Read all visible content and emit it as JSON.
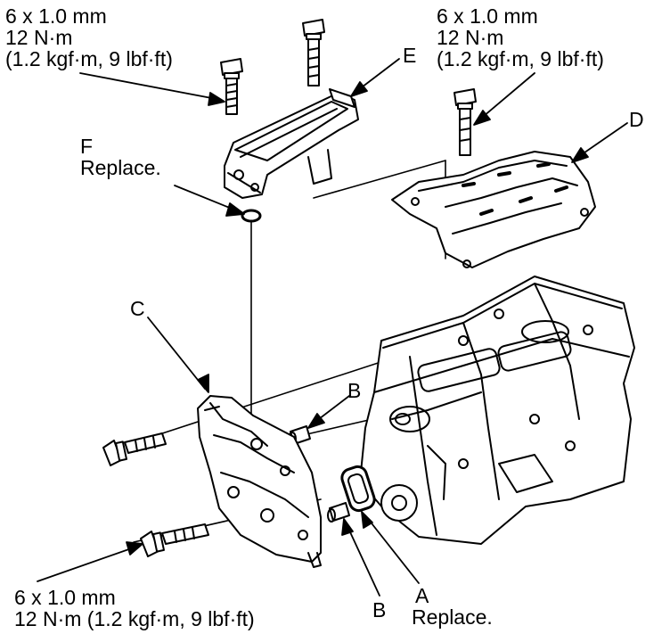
{
  "torque_specs": {
    "top_left": [
      "6 x 1.0 mm",
      "12 N·m",
      "(1.2 kgf·m, 9 lbf·ft)"
    ],
    "top_right": [
      "6 x 1.0 mm",
      "12 N·m",
      "(1.2 kgf·m, 9 lbf·ft)"
    ],
    "bottom_left": [
      "6 x 1.0 mm",
      "12 N·m (1.2 kgf·m, 9 lbf·ft)"
    ]
  },
  "callouts": {
    "a": {
      "letter": "A",
      "note": "Replace."
    },
    "b_upper": {
      "letter": "B"
    },
    "b_lower": {
      "letter": "B"
    },
    "c": {
      "letter": "C"
    },
    "d": {
      "letter": "D"
    },
    "e": {
      "letter": "E"
    },
    "f": {
      "letter": "F",
      "note": "Replace."
    }
  },
  "colors": {
    "ink": "#000000",
    "paper": "#ffffff"
  }
}
